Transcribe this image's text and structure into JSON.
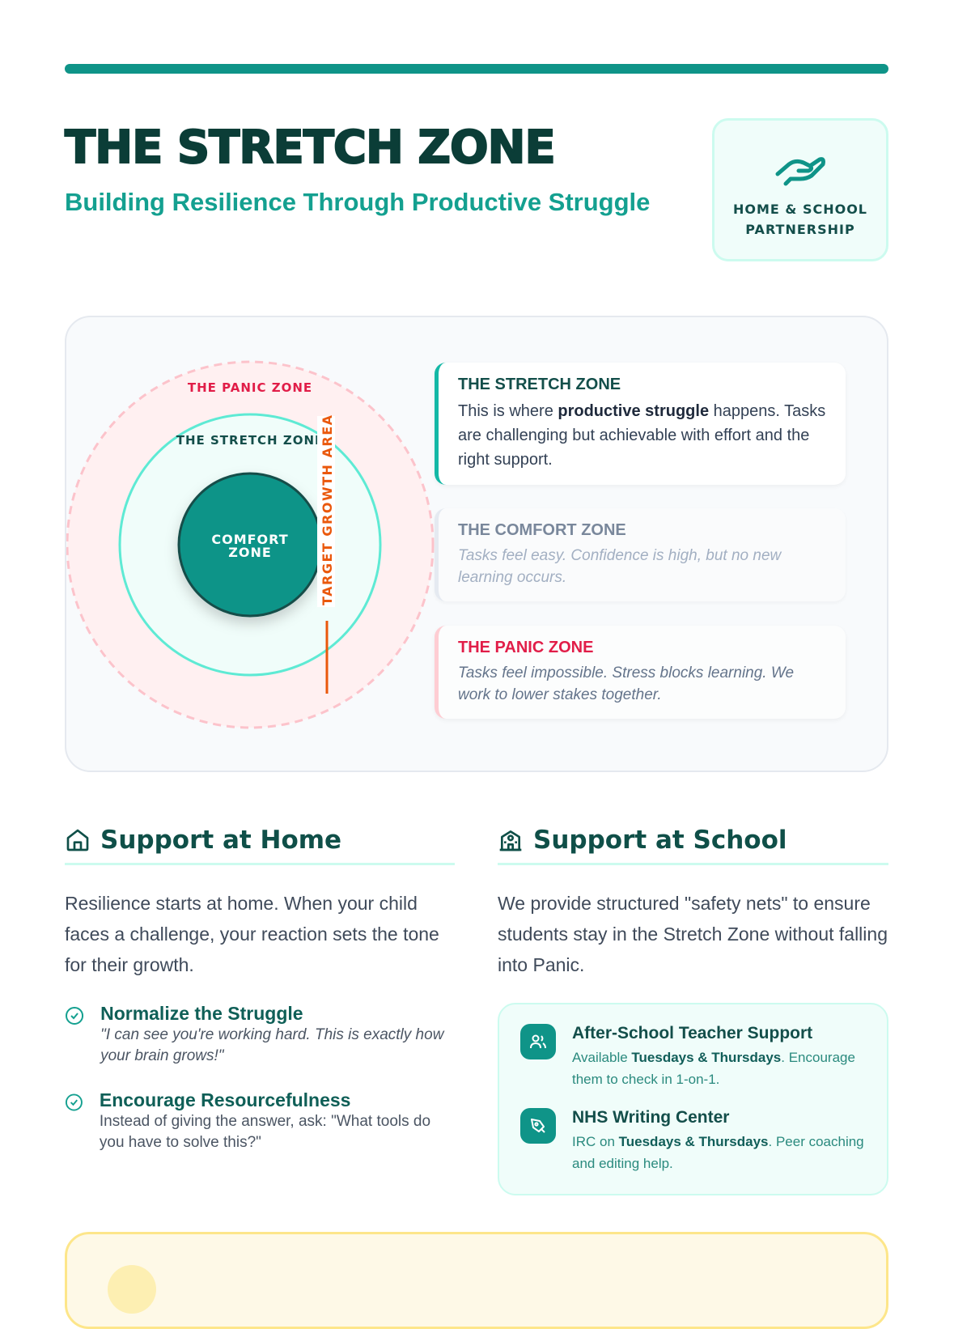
{
  "header": {
    "title": "THE STRETCH ZONE",
    "subtitle": "Building Resilience Through Productive Struggle",
    "badge": "HOME & SCHOOL PARTNERSHIP",
    "badge_icon": "hand-heart-icon"
  },
  "diagram": {
    "panic_label": "THE PANIC ZONE",
    "stretch_label": "THE STRETCH ZONE",
    "comfort_label_1": "COMFORT",
    "comfort_label_2": "ZONE",
    "target_label": "TARGET GROWTH AREA"
  },
  "zones": {
    "stretch": {
      "title": "THE STRETCH ZONE",
      "text_1": "This is where ",
      "bold": "productive struggle",
      "text_2": " happens. Tasks are challenging but achievable with effort and the right support."
    },
    "comfort": {
      "title": "THE COMFORT ZONE",
      "text": "Tasks feel easy. Confidence is high, but no new learning occurs."
    },
    "panic": {
      "title": "THE PANIC ZONE",
      "text": "Tasks feel impossible. Stress blocks learning. We work to lower stakes together."
    }
  },
  "home": {
    "title": "Support at Home",
    "intro": "Resilience starts at home. When your child faces a challenge, your reaction sets the tone for their growth.",
    "items": [
      {
        "title": "Normalize the Struggle",
        "text": "\"I can see you're working hard. This is exactly how your brain grows!\""
      },
      {
        "title": "Encourage Resourcefulness",
        "text": "Instead of giving the answer, ask: \"What tools do you have to solve this?\""
      }
    ]
  },
  "school": {
    "title": "Support at School",
    "intro": "We provide structured \"safety nets\" to ensure students stay in the Stretch Zone without falling into Panic.",
    "items": [
      {
        "title": "After-School Teacher Support",
        "pre": "Available ",
        "bold": "Tuesdays & Thursdays",
        "post": ". Encourage them to check in 1-on-1."
      },
      {
        "title": "NHS Writing Center",
        "pre": "IRC on ",
        "bold": "Tuesdays & Thursdays",
        "post": ". Peer coaching and editing help."
      }
    ]
  },
  "colors": {
    "teal": "#0f9488",
    "dark": "#0b3d37",
    "panic": "#e11d48",
    "orange": "#ea580c"
  }
}
